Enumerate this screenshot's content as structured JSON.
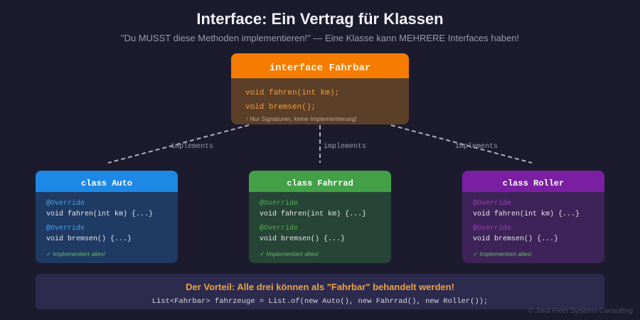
{
  "header": {
    "title": "Interface: Ein Vertrag für Klassen",
    "subtitle": "\"Du MUSST diese Methoden implementieren!\" — Eine Klasse kann MEHRERE Interfaces haben!"
  },
  "interface": {
    "title": "interface Fahrbar",
    "methods": [
      "void fahren(int km);",
      "void bremsen();"
    ],
    "note": "↑ Nur Signaturen, keine Implementierung!",
    "header_color": "#f57c00",
    "body_color": "#5c3f28",
    "method_color": "#f0a040"
  },
  "connectors": {
    "label": "implements"
  },
  "classes": [
    {
      "title": "class Auto",
      "annotation": "@Override",
      "methods": [
        "void fahren(int km) {...}",
        "void bremsen() {...}"
      ],
      "note": "✓ Implementiert alles!",
      "header_color": "#1e88e5",
      "body_color": "#1f3a63",
      "annotation_color": "#42a5f5"
    },
    {
      "title": "class Fahrrad",
      "annotation": "@Override",
      "methods": [
        "void fahren(int km) {...}",
        "void bremsen() {...}"
      ],
      "note": "✓ Implementiert alles!",
      "header_color": "#43a047",
      "body_color": "#274536",
      "annotation_color": "#4caf50"
    },
    {
      "title": "class Roller",
      "annotation": "@Override",
      "methods": [
        "void fahren(int km) {...}",
        "void bremsen() {...}"
      ],
      "note": "✓ Implementiert alles!",
      "header_color": "#7b1fa2",
      "body_color": "#3d2358",
      "annotation_color": "#9c3fb8"
    }
  ],
  "footer": {
    "title": "Der Vorteil: Alle drei können als \"Fahrbar\" behandelt werden!",
    "code": "List<Fahrbar> fahrzeuge = List.of(new Auto(), new Fahrrad(), new Roller());"
  },
  "copyright": "© Java Fleet Systems Consulting"
}
